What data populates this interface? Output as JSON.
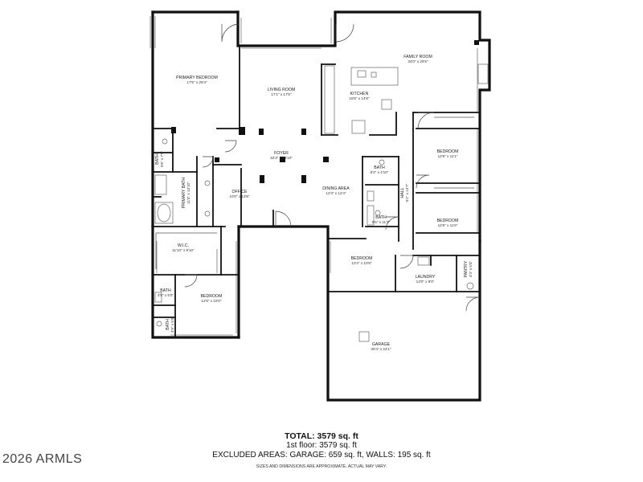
{
  "rooms": [
    {
      "id": "primary-bedroom",
      "name": "PRIMARY BEDROOM",
      "dim": "17'5\" x 29'4\""
    },
    {
      "id": "living-room",
      "name": "LIVING ROOM",
      "dim": "17'1\" x 17'5\""
    },
    {
      "id": "kitchen",
      "name": "KITCHEN",
      "dim": "15'5\" x 14'8\""
    },
    {
      "id": "family-room",
      "name": "FAMILY ROOM",
      "dim": "34'0\" x 25'5\""
    },
    {
      "id": "foyer",
      "name": "FOYER",
      "dim": "32'3\" x 18'10\""
    },
    {
      "id": "bath-1",
      "name": "BATH",
      "dim": "5'6\" x 7'5\""
    },
    {
      "id": "primary-bath",
      "name": "PRIMARY BATH",
      "dim": "11'0\" x 13'10\""
    },
    {
      "id": "office",
      "name": "OFFICE",
      "dim": "10'0\" x 13'8\""
    },
    {
      "id": "dining-area",
      "name": "DINING AREA",
      "dim": "12'3\" x 12'4\""
    },
    {
      "id": "bath-2",
      "name": "BATH",
      "dim": "8'2\" x 4'10\""
    },
    {
      "id": "hall",
      "name": "HALL",
      "dim": "5'2\" x 14'7\""
    },
    {
      "id": "bath-3",
      "name": "BATH",
      "dim": "8'6\" x 11'3\""
    },
    {
      "id": "bedroom-1",
      "name": "BEDROOM",
      "dim": "12'9\" x 11'1\""
    },
    {
      "id": "bedroom-2",
      "name": "BEDROOM",
      "dim": "12'9\" x 11'6\""
    },
    {
      "id": "wic",
      "name": "W.I.C.",
      "dim": "11'10\" x 9'10\""
    },
    {
      "id": "bath-4",
      "name": "BATH",
      "dim": "4'9\" x 5'0\""
    },
    {
      "id": "bath-5",
      "name": "BATH",
      "dim": "4'9\" x 5'9\""
    },
    {
      "id": "bedroom-3",
      "name": "BEDROOM",
      "dim": "12'5\" x 22'0\""
    },
    {
      "id": "bedroom-4",
      "name": "BEDROOM",
      "dim": "13'4\" x 10'8\""
    },
    {
      "id": "laundry",
      "name": "LAUNDRY",
      "dim": "13'0\" x 8'0\""
    },
    {
      "id": "pantry",
      "name": "PANTRY",
      "dim": "4'4\" x 5'0\""
    },
    {
      "id": "garage",
      "name": "GARAGE",
      "dim": "30'4\" x 24'1\""
    }
  ],
  "summary": {
    "total": "TOTAL: 3579 sq. ft",
    "floor1": "1st floor: 3579 sq. ft",
    "excluded": "EXCLUDED AREAS: GARAGE: 659 sq. ft, WALLS: 195 sq. ft",
    "disclaimer": "SIZES AND DIMENSIONS ARE APPROXIMATE, ACTUAL MAY VARY."
  },
  "watermark": "2026 ARMLS"
}
